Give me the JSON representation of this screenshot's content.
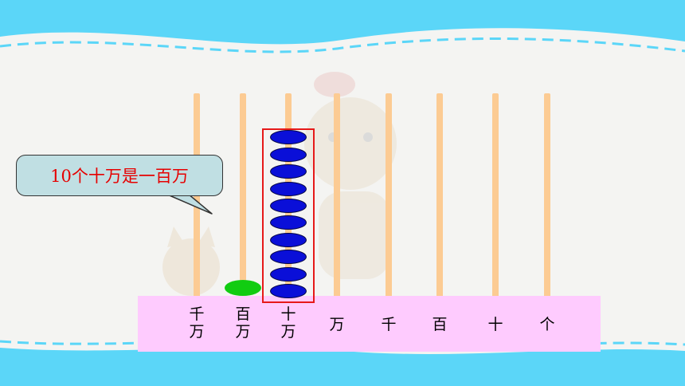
{
  "colors": {
    "frame": "#5bd6f8",
    "panel": "#f4f4f2",
    "rod": "#fccb93",
    "base": "#fecbfe",
    "bead_blue": "#0a0fd8",
    "bead_green": "#11cc11",
    "highlight": "#e61919",
    "bubble_fill": "#c0dfe3",
    "bubble_text": "#e60000"
  },
  "speech_bubble": {
    "text": "10个十万是一百万"
  },
  "abacus": {
    "place_labels": [
      {
        "line1": "千",
        "line2": "万"
      },
      {
        "line1": "百",
        "line2": "万"
      },
      {
        "line1": "十",
        "line2": "万"
      },
      {
        "line1": "万",
        "line2": ""
      },
      {
        "line1": "千",
        "line2": ""
      },
      {
        "line1": "百",
        "line2": ""
      },
      {
        "line1": "十",
        "line2": ""
      },
      {
        "line1": "个",
        "line2": ""
      }
    ],
    "bead_counts": [
      0,
      1,
      10,
      0,
      0,
      0,
      0,
      0
    ],
    "highlighted_place": "十万"
  },
  "decorations": [
    "tiger-mascot-watermark",
    "kitten-watermark",
    "dashed-wave-border"
  ]
}
